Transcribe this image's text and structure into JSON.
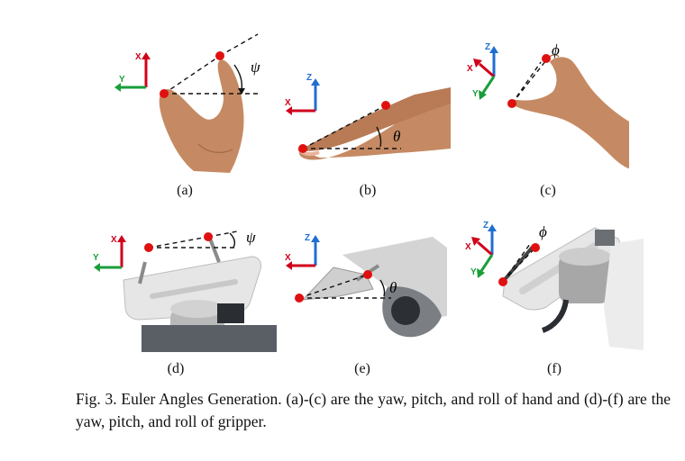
{
  "figure": {
    "panels": [
      {
        "id": "a",
        "label": "(a)",
        "axes": [
          "X",
          "Y"
        ],
        "angle_symbol": "ψ"
      },
      {
        "id": "b",
        "label": "(b)",
        "axes": [
          "Z",
          "X"
        ],
        "angle_symbol": "θ"
      },
      {
        "id": "c",
        "label": "(c)",
        "axes": [
          "Z",
          "X",
          "Y"
        ],
        "angle_symbol": "ϕ"
      },
      {
        "id": "d",
        "label": "(d)",
        "axes": [
          "X",
          "Y"
        ],
        "angle_symbol": "ψ"
      },
      {
        "id": "e",
        "label": "(e)",
        "axes": [
          "Z",
          "X"
        ],
        "angle_symbol": "θ"
      },
      {
        "id": "f",
        "label": "(f)",
        "axes": [
          "Z",
          "X",
          "Y"
        ],
        "angle_symbol": "ϕ"
      }
    ],
    "caption": "Fig. 3.  Euler Angles Generation. (a)-(c) are the yaw, pitch, and roll of hand and (d)-(f) are the yaw, pitch, and roll of gripper.",
    "colors": {
      "x_axis": "#d0021b",
      "y_axis": "#1a9e3a",
      "z_axis": "#1f6fd1",
      "marker": "#e01010",
      "skin": "#c58a63",
      "gripper": "#e6e6e6"
    }
  }
}
